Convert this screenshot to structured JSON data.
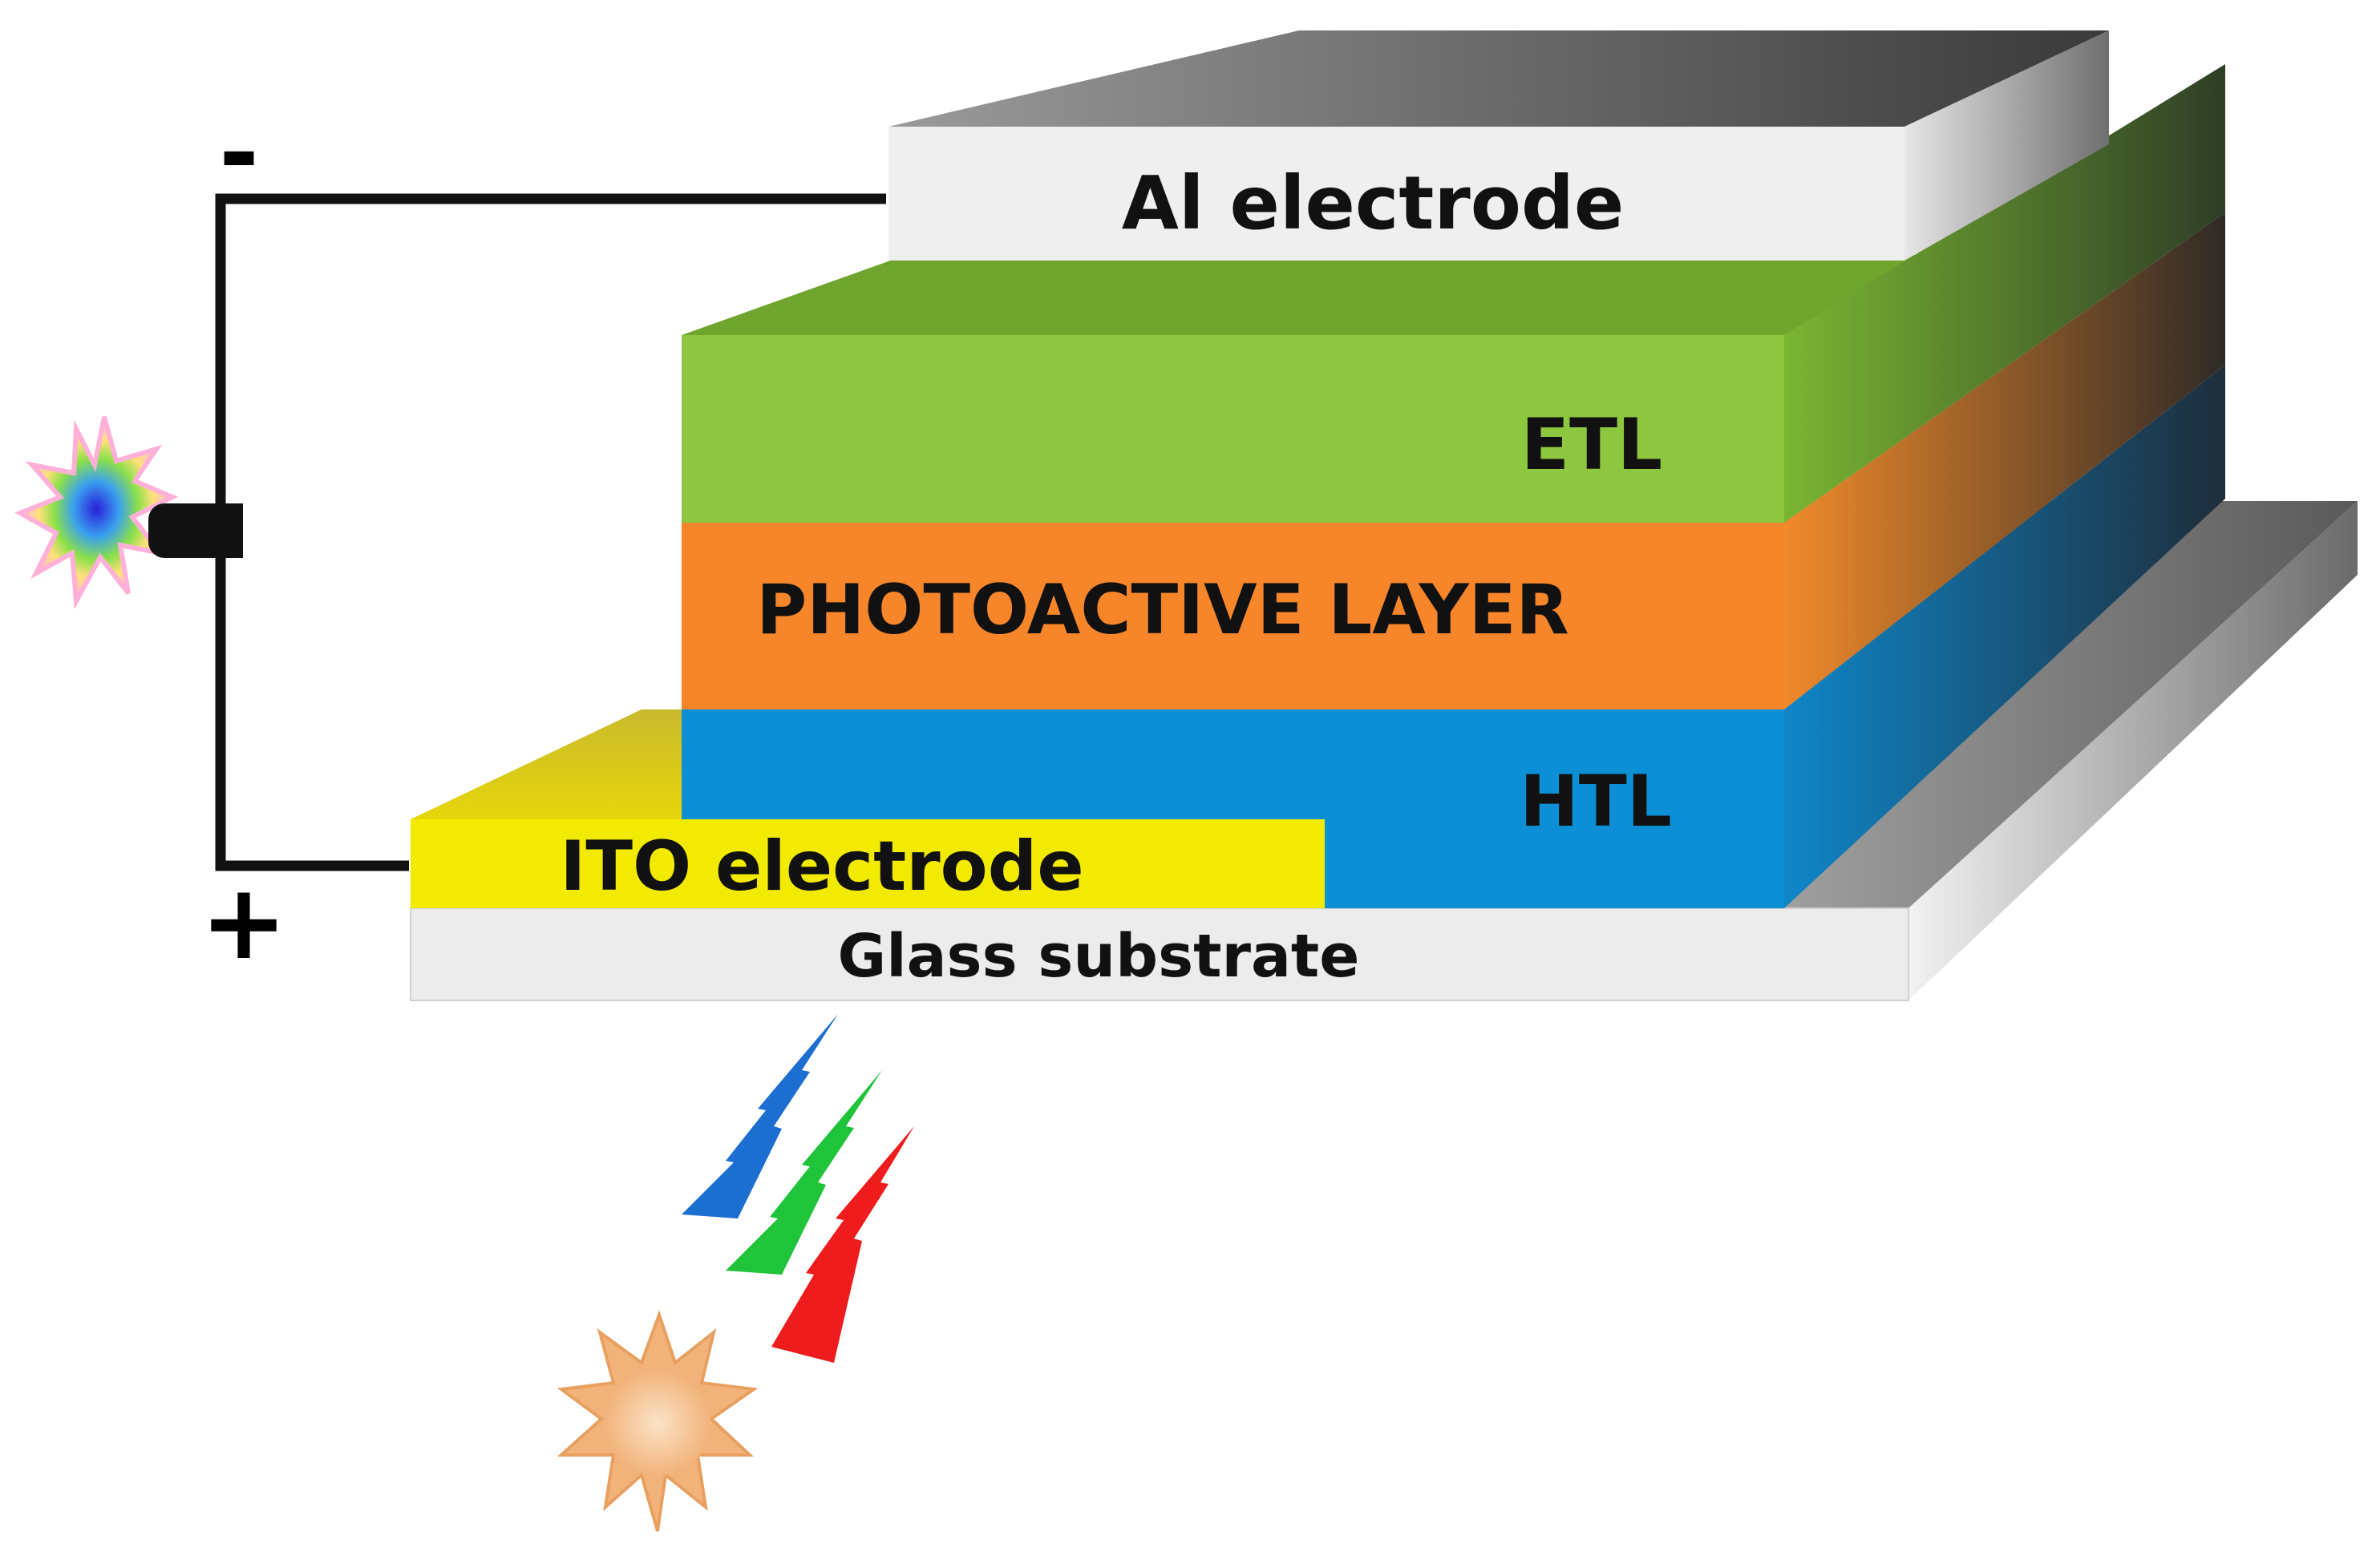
{
  "layers": {
    "al_electrode": "Al electrode",
    "etl": "ETL",
    "photoactive": "PHOTOACTIVE LAYER",
    "htl": "HTL",
    "ito_electrode": "ITO electrode",
    "glass_substrate": "Glass substrate"
  },
  "terminals": {
    "negative": "-",
    "positive": "+"
  },
  "colors": {
    "al_electrode": "#efefef",
    "etl": "#8dc63f",
    "photoactive": "#f7862b",
    "htl": "#0d8fd6",
    "ito_electrode": "#f2ea00",
    "glass_substrate": "#ececec",
    "wire": "#111111",
    "sun": "#f6c9a0",
    "light_ray_blue": "#1c6fd1",
    "light_ray_green": "#1fc43a",
    "light_ray_red": "#ee1c1c"
  },
  "icons": {
    "light_source": "sun-icon",
    "incident_light": "light-rays-icon",
    "load": "light-bulb-icon"
  }
}
